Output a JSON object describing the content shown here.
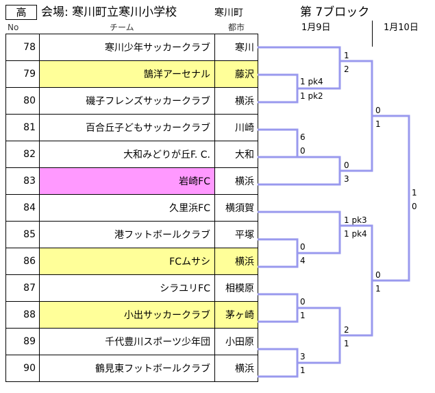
{
  "header": {
    "grade": "高",
    "venue": "会場: 寒川町立寒川小学校",
    "town": "寒川町",
    "block": "第 7ブロック",
    "round1_date": "1月9日",
    "round2_date": "1月10日",
    "col_no": "No",
    "col_team": "チーム",
    "col_city": "都市"
  },
  "colors": {
    "bracket_line": "#9999ee",
    "highlight_yellow": "#ffff99",
    "highlight_pink": "#ff99ff"
  },
  "teams": [
    {
      "no": "78",
      "team": "寒川少年サッカークラブ",
      "city": "寒川",
      "highlight": "none"
    },
    {
      "no": "79",
      "team": "鵠洋アーセナル",
      "city": "藤沢",
      "highlight": "yellow"
    },
    {
      "no": "80",
      "team": "磯子フレンズサッカークラブ",
      "city": "横浜",
      "highlight": "none"
    },
    {
      "no": "81",
      "team": "百合丘子どもサッカークラブ",
      "city": "川崎",
      "highlight": "none"
    },
    {
      "no": "82",
      "team": "大和みどりが丘F. C.",
      "city": "大和",
      "highlight": "none"
    },
    {
      "no": "83",
      "team": "岩崎FC",
      "city": "横浜",
      "highlight": "pink"
    },
    {
      "no": "84",
      "team": "久里浜FC",
      "city": "横須賀",
      "highlight": "none"
    },
    {
      "no": "85",
      "team": "港フットボールクラブ",
      "city": "平塚",
      "highlight": "none"
    },
    {
      "no": "86",
      "team": "FCムサシ",
      "city": "横浜",
      "highlight": "yellow"
    },
    {
      "no": "87",
      "team": "シラユリFC",
      "city": "相模原",
      "highlight": "none"
    },
    {
      "no": "88",
      "team": "小出サッカークラブ",
      "city": "茅ヶ崎",
      "highlight": "yellow"
    },
    {
      "no": "89",
      "team": "千代豊川スポーツ少年団",
      "city": "小田原",
      "highlight": "none"
    },
    {
      "no": "90",
      "team": "鶴見東フットボールクラブ",
      "city": "横浜",
      "highlight": "none"
    }
  ],
  "scores": [
    "1 pk4",
    "1 pk2",
    "6",
    "0",
    "0",
    "4",
    "0",
    "1",
    "3",
    "1",
    "1",
    "2",
    "0",
    "3",
    "1 pk3",
    "1 pk4",
    "2",
    "1",
    "0",
    "1",
    "0",
    "1",
    "1",
    "0"
  ]
}
